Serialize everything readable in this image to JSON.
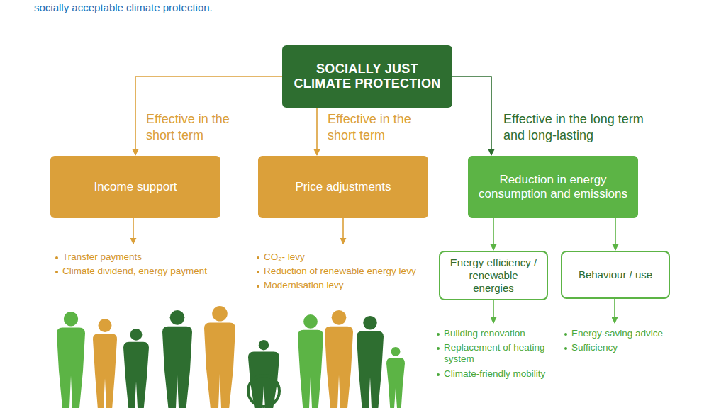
{
  "diagram": {
    "nodes": [
      {
        "text": [
          "SOCIALLY JUST CLIMATE PROTECTION"
        ]
      },
      {
        "text": [
          "Income support"
        ]
      },
      {
        "text": [
          "Price adjustments"
        ]
      },
      {
        "text": [
          "Reduction in energy consumption and emissions"
        ]
      },
      {
        "text": [
          "Energy efficiency / renewable energies"
        ]
      },
      {
        "text": [
          "Behaviour / use"
        ]
      }
    ],
    "edges": [
      {
        "from": 0,
        "to": 1,
        "arrow": "to",
        "label": "Effective in the short term"
      },
      {
        "from": 0,
        "to": 2,
        "arrow": "to",
        "label": "Effective in the short term"
      },
      {
        "from": 0,
        "to": 3,
        "arrow": "to",
        "label": "Effective in the long term and long-lasting"
      },
      {
        "from": 3,
        "to": 4,
        "arrow": "to"
      },
      {
        "from": 3,
        "to": 5,
        "arrow": "to"
      }
    ],
    "labels": [
      "socially acceptable climate protection.",
      "Transfer payments",
      "Climate dividend, energy payment",
      "CO₂- levy",
      "Reduction of renewable energy levy",
      "Modernisation levy",
      "Building renovation",
      "Replacement of heating system",
      "Climate-friendly mobility",
      "Energy-saving advice",
      "Sufficiency"
    ]
  }
}
